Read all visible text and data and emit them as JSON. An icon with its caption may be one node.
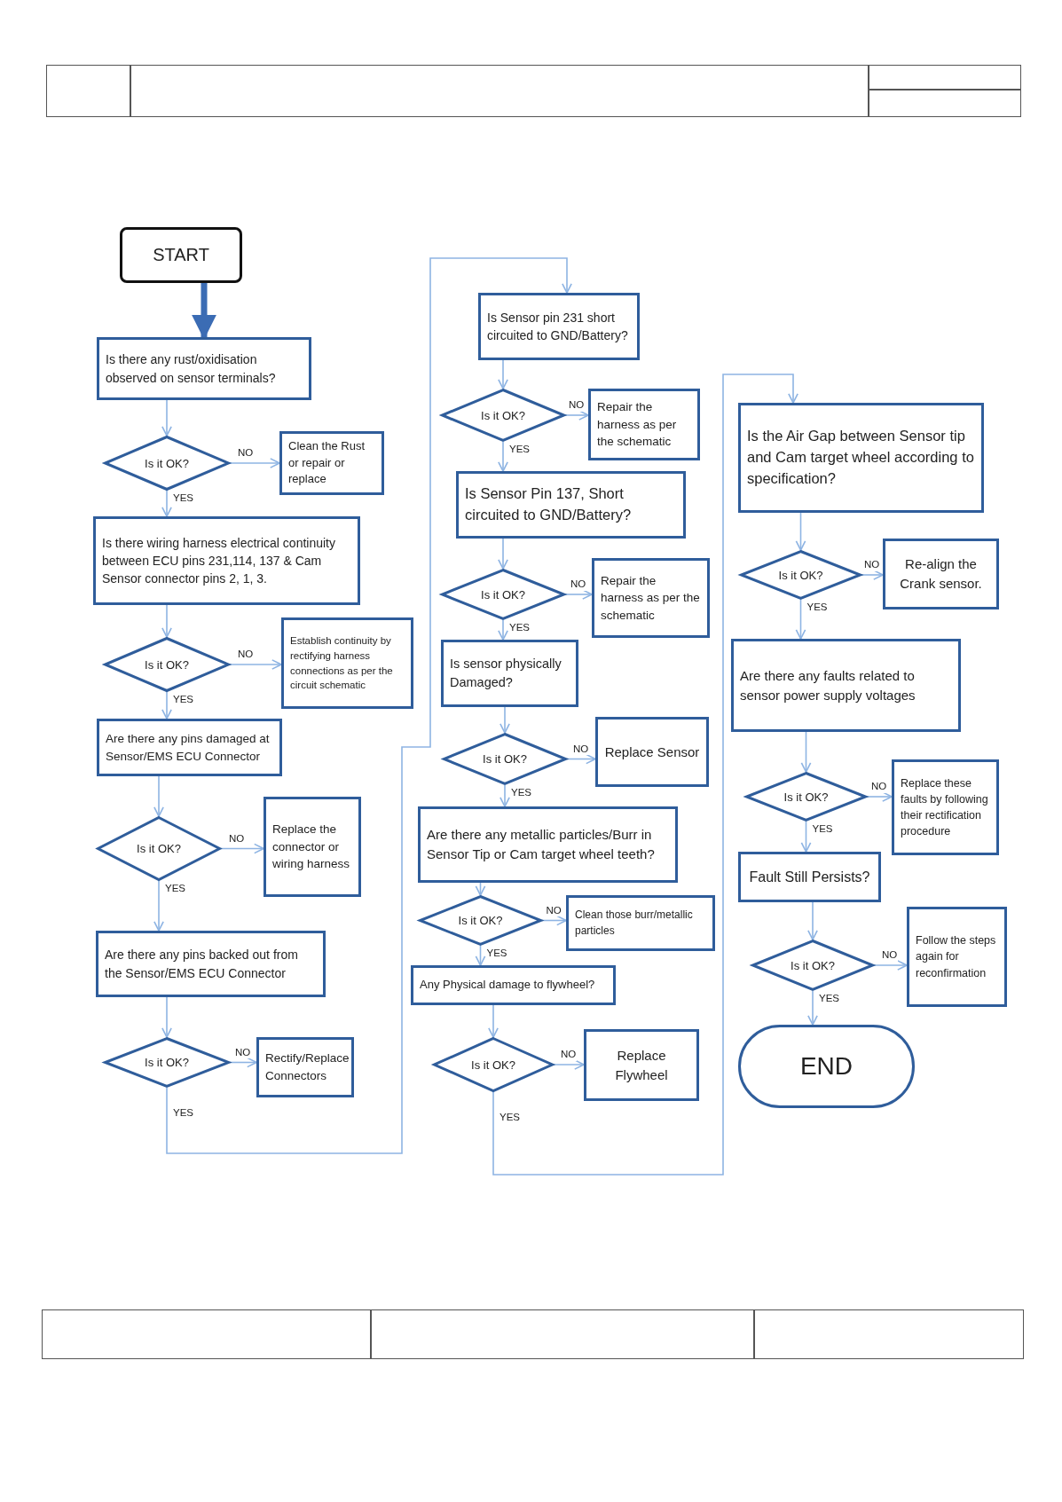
{
  "diagram": {
    "nodes": [
      {
        "text": [
          "START"
        ]
      },
      {
        "text": [
          "Is there any rust/oxidisation observed on sensor terminals?"
        ]
      },
      {
        "text": [
          "Is it OK?"
        ]
      },
      {
        "text": [
          "Clean the Rust or repair or replace"
        ]
      },
      {
        "text": [
          "Is there wiring harness electrical continuity between ECU pins 231,114, 137 & Cam Sensor connector pins 2, 1, 3."
        ]
      },
      {
        "text": [
          "Is it OK?"
        ]
      },
      {
        "text": [
          "Establish continuity by rectifying harness connections as per the circuit schematic"
        ]
      },
      {
        "text": [
          "Are there any pins damaged at Sensor/EMS ECU Connector"
        ]
      },
      {
        "text": [
          "Is it OK?"
        ]
      },
      {
        "text": [
          "Replace the connector or wiring harness"
        ]
      },
      {
        "text": [
          "Are there any pins backed out from the Sensor/EMS ECU Connector"
        ]
      },
      {
        "text": [
          "Is it OK?"
        ]
      },
      {
        "text": [
          "Rectify/Replace Connectors"
        ]
      },
      {
        "text": [
          "Is Sensor pin 231 short circuited to GND/Battery?"
        ]
      },
      {
        "text": [
          "Is it OK?"
        ]
      },
      {
        "text": [
          "Repair the harness as per the schematic"
        ]
      },
      {
        "text": [
          "Is Sensor Pin 137, Short circuited to GND/Battery?"
        ]
      },
      {
        "text": [
          "Is it OK?"
        ]
      },
      {
        "text": [
          "Repair the harness as per the schematic"
        ]
      },
      {
        "text": [
          "Is sensor physically Damaged?"
        ]
      },
      {
        "text": [
          "Is it OK?"
        ]
      },
      {
        "text": [
          "Replace Sensor"
        ]
      },
      {
        "text": [
          "Are there any metallic particles/Burr in Sensor Tip or Cam target wheel teeth?"
        ]
      },
      {
        "text": [
          "Is it OK?"
        ]
      },
      {
        "text": [
          "Clean those burr/metallic particles"
        ]
      },
      {
        "text": [
          "Any Physical damage to flywheel?"
        ]
      },
      {
        "text": [
          "Is it OK?"
        ]
      },
      {
        "text": [
          "Replace Flywheel"
        ]
      },
      {
        "text": [
          "Is the Air Gap between Sensor tip and Cam target wheel according to specification?"
        ]
      },
      {
        "text": [
          "Is it OK?"
        ]
      },
      {
        "text": [
          "Re-align the Crank sensor."
        ]
      },
      {
        "text": [
          "Are there any faults related to sensor power supply voltages"
        ]
      },
      {
        "text": [
          "Is it OK?"
        ]
      },
      {
        "text": [
          "Replace these faults by following their rectification procedure"
        ]
      },
      {
        "text": [
          "Fault Still Persists?"
        ]
      },
      {
        "text": [
          "Is it OK?"
        ]
      },
      {
        "text": [
          "Follow the steps again for reconfirmation"
        ]
      },
      {
        "text": [
          "END"
        ]
      }
    ],
    "edges": [
      {
        "from": 0,
        "to": 1,
        "arrow": "to",
        "style": "thick",
        "color": "#3b6cb4"
      },
      {
        "from": 1,
        "to": 2,
        "arrow": "to"
      },
      {
        "from": 2,
        "to": 3,
        "arrow": "to",
        "label": "NO"
      },
      {
        "from": 2,
        "to": 4,
        "arrow": "to",
        "label": "YES"
      },
      {
        "from": 4,
        "to": 5,
        "arrow": "to"
      },
      {
        "from": 5,
        "to": 6,
        "arrow": "to",
        "label": "NO"
      },
      {
        "from": 5,
        "to": 7,
        "arrow": "to",
        "label": "YES"
      },
      {
        "from": 7,
        "to": 8,
        "arrow": "to"
      },
      {
        "from": 8,
        "to": 9,
        "arrow": "to",
        "label": "NO"
      },
      {
        "from": 8,
        "to": 10,
        "arrow": "to",
        "label": "YES"
      },
      {
        "from": 10,
        "to": 11,
        "arrow": "to"
      },
      {
        "from": 11,
        "to": 12,
        "arrow": "to",
        "label": "NO"
      },
      {
        "from": 11,
        "to": 13,
        "arrow": "to",
        "label": "YES"
      },
      {
        "from": 13,
        "to": 14,
        "arrow": "to"
      },
      {
        "from": 14,
        "to": 15,
        "arrow": "to",
        "label": "NO"
      },
      {
        "from": 14,
        "to": 16,
        "arrow": "to",
        "label": "YES"
      },
      {
        "from": 16,
        "to": 17,
        "arrow": "to"
      },
      {
        "from": 17,
        "to": 18,
        "arrow": "to",
        "label": "NO"
      },
      {
        "from": 17,
        "to": 19,
        "arrow": "to",
        "label": "YES"
      },
      {
        "from": 19,
        "to": 20,
        "arrow": "to"
      },
      {
        "from": 20,
        "to": 21,
        "arrow": "to",
        "label": "NO"
      },
      {
        "from": 20,
        "to": 22,
        "arrow": "to",
        "label": "YES"
      },
      {
        "from": 22,
        "to": 23,
        "arrow": "to"
      },
      {
        "from": 23,
        "to": 24,
        "arrow": "to",
        "label": "NO"
      },
      {
        "from": 23,
        "to": 25,
        "arrow": "to",
        "label": "YES"
      },
      {
        "from": 25,
        "to": 26,
        "arrow": "to"
      },
      {
        "from": 26,
        "to": 27,
        "arrow": "to",
        "label": "NO"
      },
      {
        "from": 26,
        "to": 28,
        "arrow": "to",
        "label": "YES"
      },
      {
        "from": 28,
        "to": 29,
        "arrow": "to"
      },
      {
        "from": 29,
        "to": 30,
        "arrow": "to",
        "label": "NO"
      },
      {
        "from": 29,
        "to": 31,
        "arrow": "to",
        "label": "YES"
      },
      {
        "from": 31,
        "to": 32,
        "arrow": "to"
      },
      {
        "from": 32,
        "to": 33,
        "arrow": "to",
        "label": "NO"
      },
      {
        "from": 32,
        "to": 34,
        "arrow": "to",
        "label": "YES"
      },
      {
        "from": 34,
        "to": 35,
        "arrow": "to"
      },
      {
        "from": 35,
        "to": 36,
        "arrow": "to",
        "label": "NO"
      },
      {
        "from": 35,
        "to": 37,
        "arrow": "to",
        "label": "YES"
      }
    ]
  }
}
